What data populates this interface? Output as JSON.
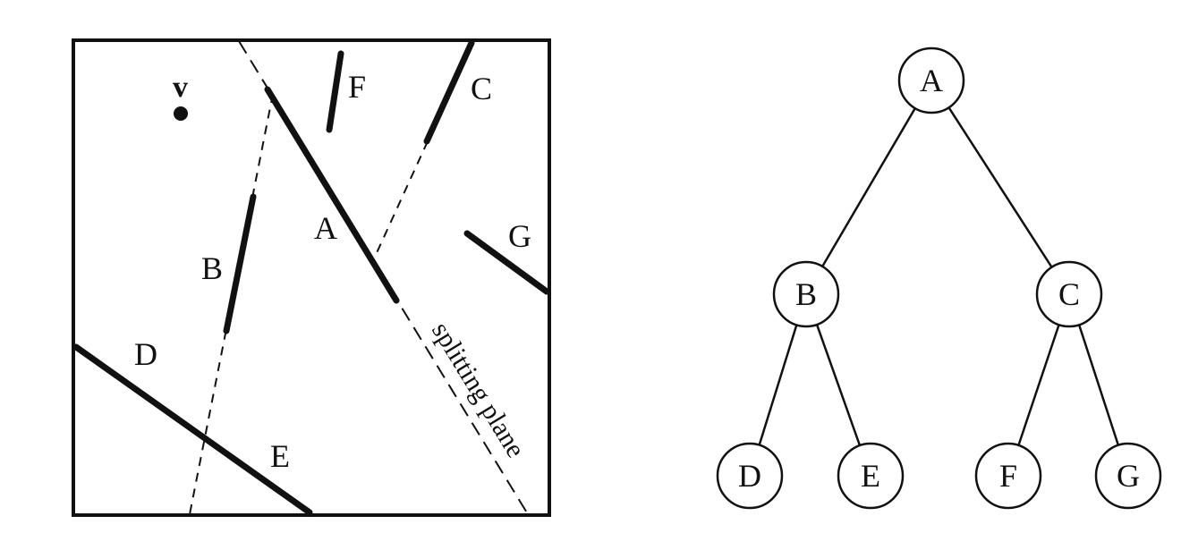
{
  "scene": {
    "viewpoint_label": "v",
    "splitting_plane_label": "splitting plane",
    "segments": [
      {
        "id": "A",
        "label": "A"
      },
      {
        "id": "B",
        "label": "B"
      },
      {
        "id": "C",
        "label": "C"
      },
      {
        "id": "D",
        "label": "D"
      },
      {
        "id": "E",
        "label": "E"
      },
      {
        "id": "F",
        "label": "F"
      },
      {
        "id": "G",
        "label": "G"
      }
    ]
  },
  "tree": {
    "nodes": [
      {
        "id": "A",
        "label": "A"
      },
      {
        "id": "B",
        "label": "B"
      },
      {
        "id": "C",
        "label": "C"
      },
      {
        "id": "D",
        "label": "D"
      },
      {
        "id": "E",
        "label": "E"
      },
      {
        "id": "F",
        "label": "F"
      },
      {
        "id": "G",
        "label": "G"
      }
    ],
    "edges": [
      [
        "A",
        "B"
      ],
      [
        "A",
        "C"
      ],
      [
        "B",
        "D"
      ],
      [
        "B",
        "E"
      ],
      [
        "C",
        "F"
      ],
      [
        "C",
        "G"
      ]
    ]
  }
}
